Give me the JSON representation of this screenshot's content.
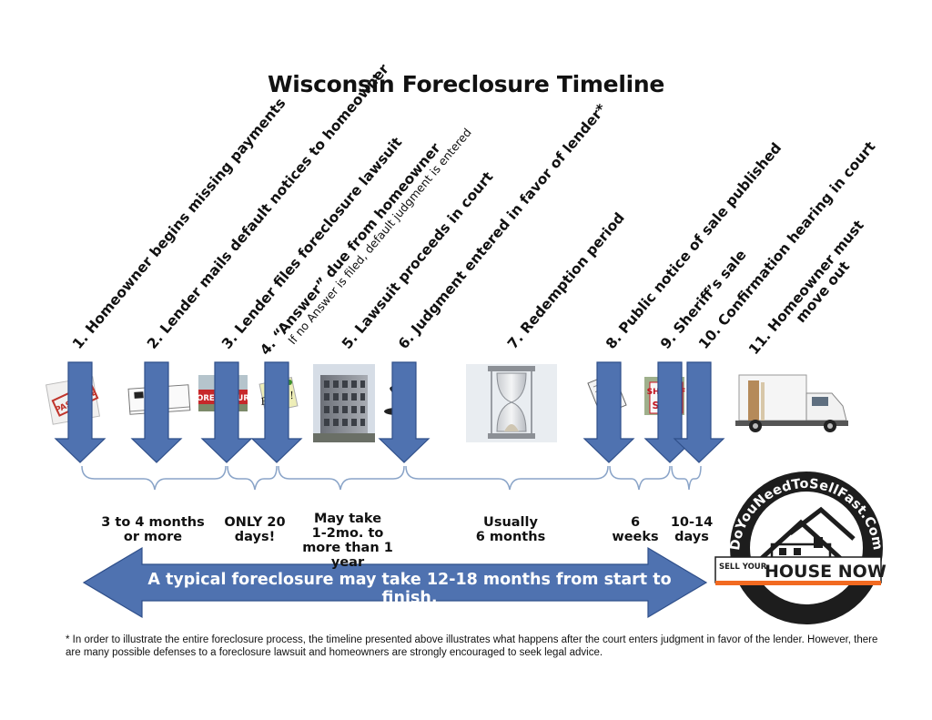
{
  "title": "Wisconsin Foreclosure Timeline",
  "steps": [
    {
      "label": "1. Homeowner begins missing payments",
      "image": "past-due-notice"
    },
    {
      "label": "2. Lender mails default notices to homeowner",
      "image": "envelope"
    },
    {
      "label": "3. Lender files foreclosure lawsuit",
      "image": "foreclosure-sign"
    },
    {
      "label": "4. “Answer” due from homeowner",
      "sublabel": "If no Answer is filed, default judgment is entered",
      "image": "rush-note"
    },
    {
      "label": "5. Lawsuit proceeds in court",
      "image": "courthouse"
    },
    {
      "label": "6. Judgment entered in favor of lender*",
      "image": "gavel"
    },
    {
      "label": "7. Redemption period",
      "image": "hourglass"
    },
    {
      "label": "8. Public notice of sale published",
      "image": "newspaper"
    },
    {
      "label": "9. Sheriff’s sale",
      "image": "sheriff-sale-sign"
    },
    {
      "label": "10. Confirmation hearing in court",
      "image": null
    },
    {
      "label_line1": "11. Homeowner must",
      "label_line2": "move out",
      "image": "moving-truck"
    }
  ],
  "sign_text": {
    "past_due": "PAST DUE",
    "foreclosure": "FORECLOSURE",
    "rush": "Rush!!",
    "sheriff": "SHERIFF",
    "sale": "SALE"
  },
  "durations": [
    {
      "lines": [
        "3 to 4 months",
        "or more"
      ]
    },
    {
      "lines": [
        "ONLY 20",
        "days!"
      ]
    },
    {
      "lines": [
        "May take",
        "1-2mo. to",
        "more than 1 year"
      ]
    },
    {
      "lines": [
        "Usually",
        "6 months"
      ]
    },
    {
      "lines": [
        "6",
        "weeks"
      ]
    },
    {
      "lines": [
        "10-14",
        "days"
      ]
    }
  ],
  "banner": "A typical foreclosure may take 12-18 months from start to finish.",
  "logo": {
    "arc_text": "DoYouNeedToSellFast.Com",
    "sell_your": "SELL YOUR",
    "house_now": "HOUSE NOW"
  },
  "footnote": "* In order to illustrate the entire foreclosure process, the timeline presented above illustrates what happens after the court enters judgment in favor of the lender.  However, there are many possible defenses to a foreclosure lawsuit and homeowners are strongly encouraged to seek legal advice.",
  "colors": {
    "arrow_fill": "#4f72b0",
    "arrow_stroke": "#2f4f8a",
    "bracket": "#8aa4c8",
    "logo_orange": "#f26a21",
    "logo_dark": "#1d1d1d"
  }
}
